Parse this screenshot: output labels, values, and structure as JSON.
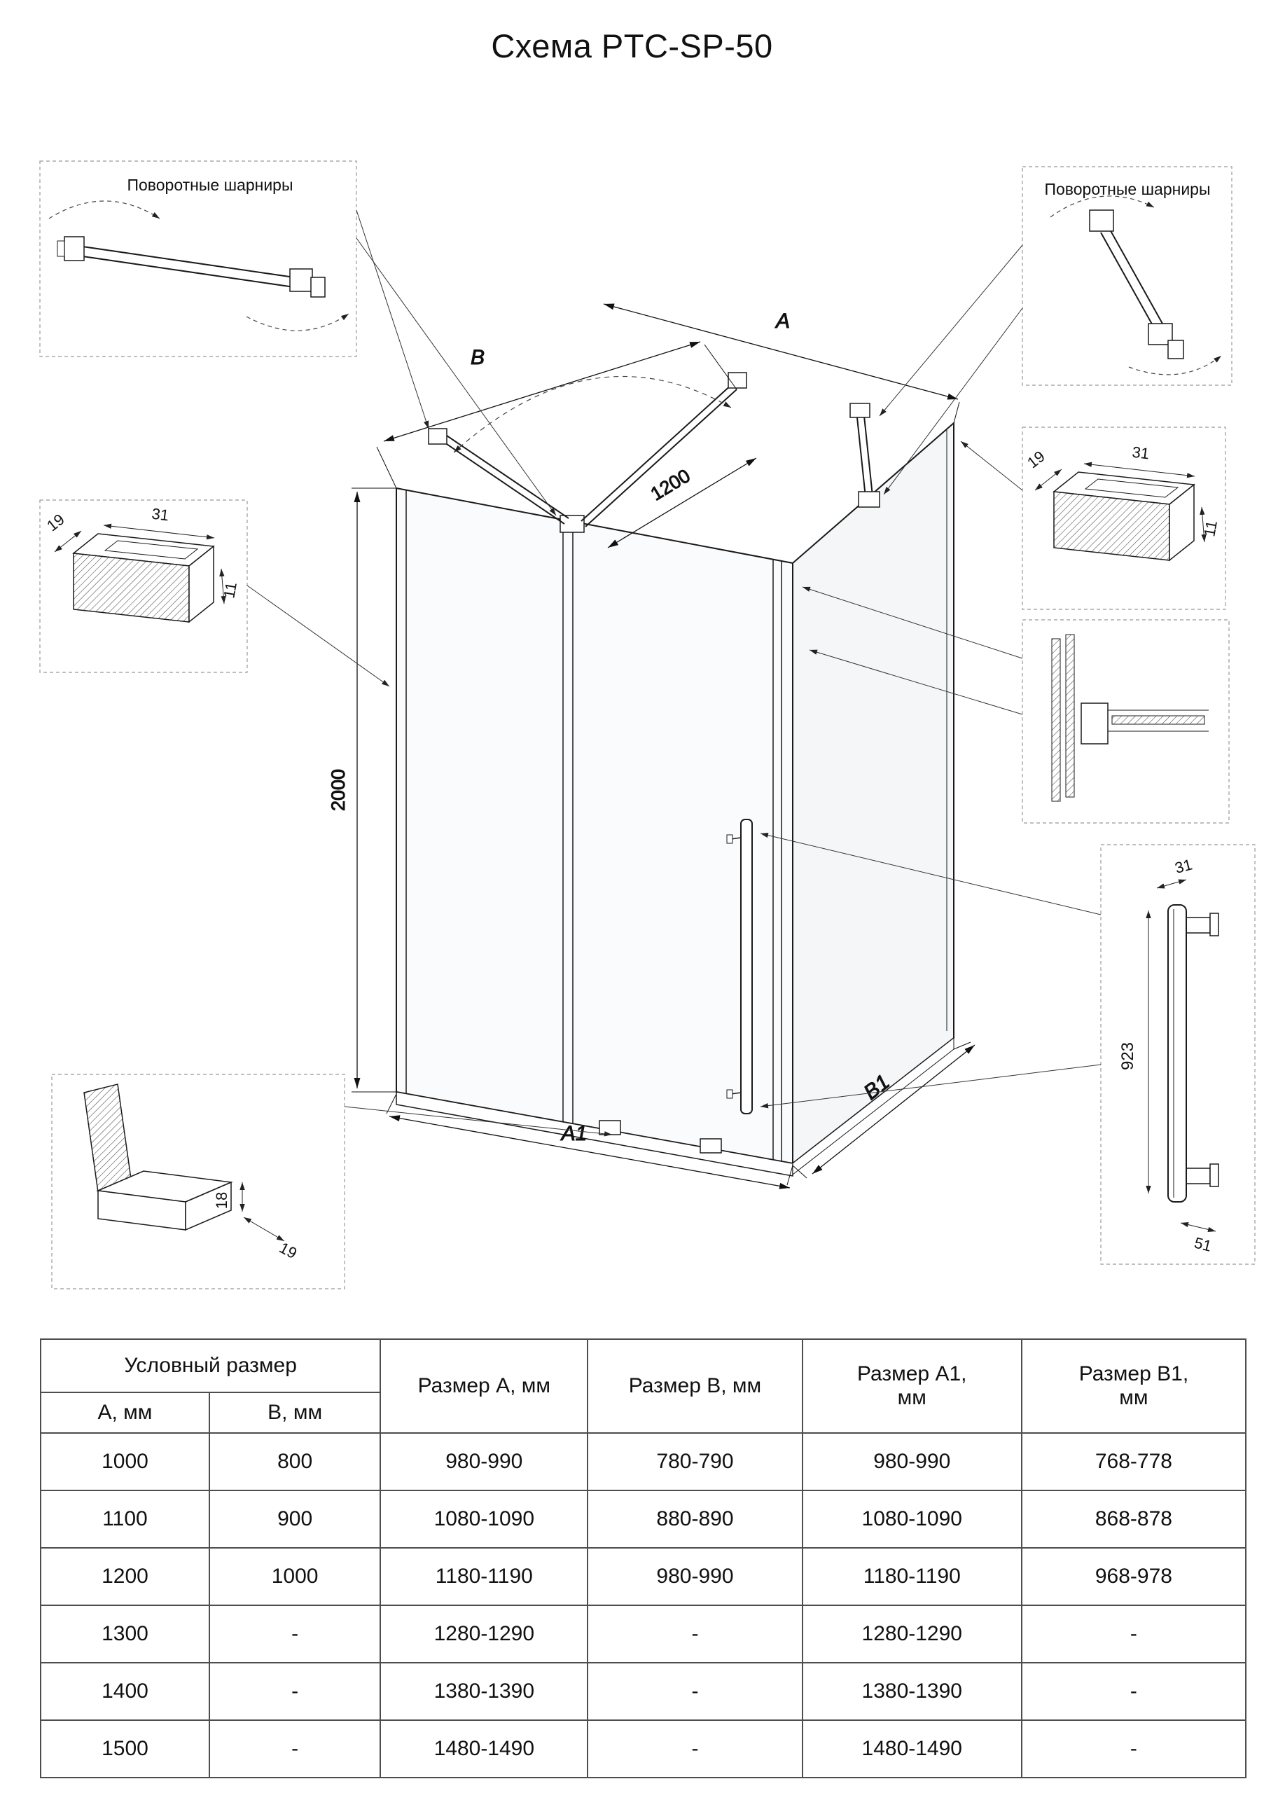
{
  "title": "Схема PTC-SP-50",
  "drawing": {
    "hinge_left_label": "Поворотные шарниры",
    "hinge_right_label": "Поворотные шарниры",
    "dim_a": "A",
    "dim_b": "B",
    "dim_a1": "A1",
    "dim_b1": "B1",
    "dim_height": "2000",
    "dim_bar_length": "1200",
    "profile_left": {
      "depth": "19",
      "width": "31",
      "thickness": "11"
    },
    "profile_right": {
      "depth": "19",
      "width": "31",
      "thickness": "11"
    },
    "bottom_profile": {
      "height": "18",
      "depth": "19"
    },
    "handle": {
      "width": "31",
      "length": "923",
      "depth": "51"
    }
  },
  "table": {
    "group_header": "Условный размер",
    "col_a": "А, мм",
    "col_b": "В, мм",
    "col_size_a": "Размер А, мм",
    "col_size_b": "Размер В, мм",
    "col_size_a1": "Размер А1,\nмм",
    "col_size_b1": "Размер В1,\nмм",
    "rows": [
      [
        "1000",
        "800",
        "980-990",
        "780-790",
        "980-990",
        "768-778"
      ],
      [
        "1100",
        "900",
        "1080-1090",
        "880-890",
        "1080-1090",
        "868-878"
      ],
      [
        "1200",
        "1000",
        "1180-1190",
        "980-990",
        "1180-1190",
        "968-978"
      ],
      [
        "1300",
        "-",
        "1280-1290",
        "-",
        "1280-1290",
        "-"
      ],
      [
        "1400",
        "-",
        "1380-1390",
        "-",
        "1380-1390",
        "-"
      ],
      [
        "1500",
        "-",
        "1480-1490",
        "-",
        "1480-1490",
        "-"
      ]
    ]
  }
}
